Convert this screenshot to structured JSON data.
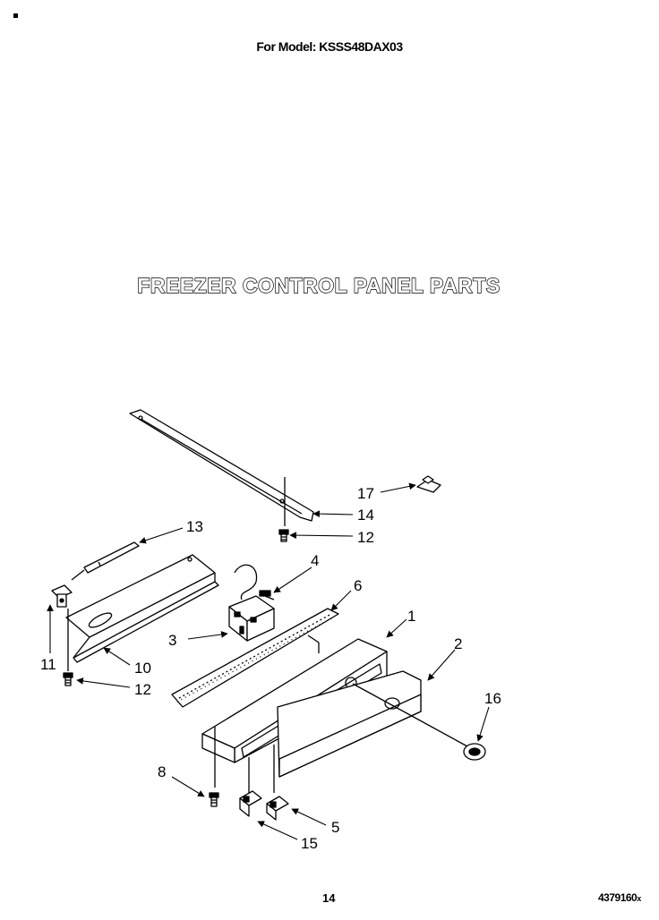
{
  "header": {
    "model_line": "For Model: KSSS48DAX03"
  },
  "title": "FREEZER CONTROL PANEL PARTS",
  "callouts": [
    {
      "id": "callout-1",
      "text": "1"
    },
    {
      "id": "callout-2",
      "text": "2"
    },
    {
      "id": "callout-3",
      "text": "3"
    },
    {
      "id": "callout-4",
      "text": "4"
    },
    {
      "id": "callout-5",
      "text": "5"
    },
    {
      "id": "callout-6",
      "text": "6"
    },
    {
      "id": "callout-8",
      "text": "8"
    },
    {
      "id": "callout-10",
      "text": "10"
    },
    {
      "id": "callout-11",
      "text": "11"
    },
    {
      "id": "callout-12a",
      "text": "12"
    },
    {
      "id": "callout-12b",
      "text": "12"
    },
    {
      "id": "callout-13",
      "text": "13"
    },
    {
      "id": "callout-14",
      "text": "14"
    },
    {
      "id": "callout-15",
      "text": "15"
    },
    {
      "id": "callout-16",
      "text": "16"
    },
    {
      "id": "callout-17",
      "text": "17"
    }
  ],
  "footer": {
    "page_number": "14",
    "document_number": "4379160",
    "document_suffix": "x"
  }
}
